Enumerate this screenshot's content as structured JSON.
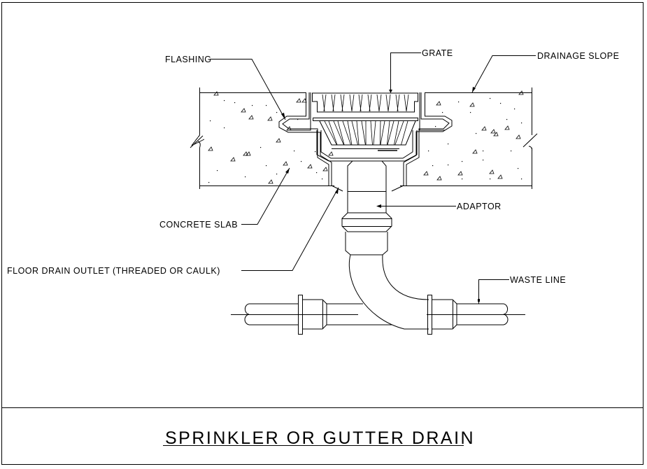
{
  "drawing": {
    "title": "SPRINKLER OR GUTTER DRAIN",
    "labels": {
      "flashing": "FLASHING",
      "grate": "GRATE",
      "drainage_slope": "DRAINAGE SLOPE",
      "adaptor": "ADAPTOR",
      "concrete_slab": "CONCRETE SLAB",
      "floor_drain_outlet": "FLOOR DRAIN OUTLET (THREADED OR CAULK)",
      "waste_line": "WASTE LINE"
    },
    "colors": {
      "line": "#000000",
      "background": "#ffffff"
    }
  }
}
